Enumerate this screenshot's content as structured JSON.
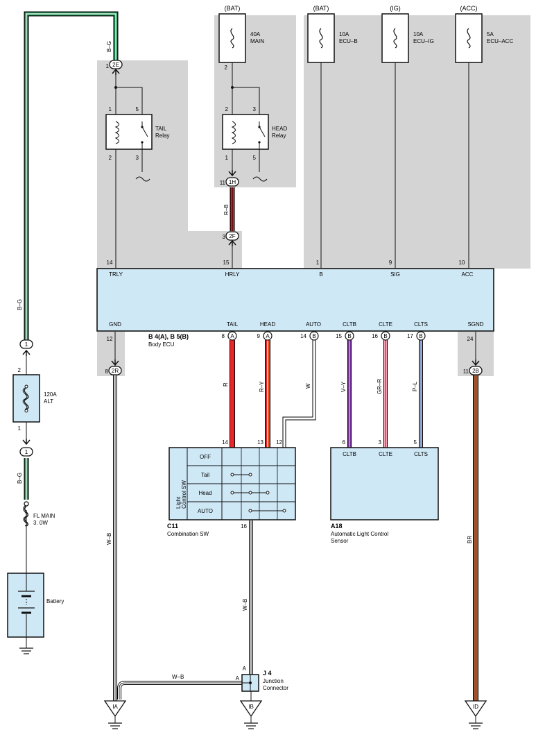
{
  "colors": {
    "panel_fill": "#cfe8f6",
    "shade": "#d4d4d4",
    "wire_black": "#000000",
    "wire_green": "#1f9a5a",
    "wire_red": "#e8262a",
    "wire_yellow": "#f2d21a",
    "wire_violet": "#6a2d91",
    "wire_blue": "#3a9ad9",
    "wire_pink": "#f4a7b9",
    "wire_brown": "#a0522d",
    "wire_white": "#ffffff",
    "outline": "#111111"
  },
  "fuses": [
    {
      "source": "(BAT)",
      "rating": "40A",
      "name": "MAIN",
      "pin": "2"
    },
    {
      "source": "(BAT)",
      "rating": "10A",
      "name": "ECU–B"
    },
    {
      "source": "(IG)",
      "rating": "10A",
      "name": "ECU–IG"
    },
    {
      "source": "(ACC)",
      "rating": "5A",
      "name": "ECU–ACC"
    }
  ],
  "relays": [
    {
      "name": "TAIL",
      "suffix": "Relay",
      "pins": [
        "1",
        "5",
        "2",
        "3"
      ]
    },
    {
      "name": "HEAD",
      "suffix": "Relay",
      "pins": [
        "2",
        "3",
        "1",
        "5"
      ]
    }
  ],
  "connectors": {
    "c2E": {
      "label": "2E",
      "pin": "1"
    },
    "c1H": {
      "label": "1H",
      "pin": "11"
    },
    "c2F": {
      "label": "2F",
      "pin": "3"
    },
    "c2R": {
      "label": "2R",
      "pin": "8"
    },
    "c2B": {
      "label": "2B",
      "pin": "11"
    },
    "c1a": {
      "label": "1",
      "pin": "2"
    },
    "c1b": {
      "label": "1",
      "pin": "1"
    }
  },
  "wire_labels": {
    "bg_top": "B–G",
    "bg_left": "B–G",
    "bg_lower": "B–G",
    "rb": "R–B",
    "r": "R",
    "ry": "R–Y",
    "w": "W",
    "vy": "V–Y",
    "grr": "GR–R",
    "pl": "P–L",
    "br": "BR",
    "wb_left": "W–B",
    "wb_mid": "W–B",
    "wb_bottom": "W–B"
  },
  "ecu": {
    "top_pins": [
      {
        "num": "14",
        "name": "TRLY"
      },
      {
        "num": "15",
        "name": "HRLY"
      },
      {
        "num": "1",
        "name": "B"
      },
      {
        "num": "9",
        "name": "SIG"
      },
      {
        "num": "10",
        "name": "ACC"
      }
    ],
    "bottom_pins": [
      {
        "num": "12",
        "name": "GND",
        "conn": ""
      },
      {
        "num": "8",
        "name": "TAIL",
        "conn": "A"
      },
      {
        "num": "9",
        "name": "HEAD",
        "conn": "A"
      },
      {
        "num": "14",
        "name": "AUTO",
        "conn": "B"
      },
      {
        "num": "15",
        "name": "CLTB",
        "conn": "B"
      },
      {
        "num": "16",
        "name": "CLTE",
        "conn": "B"
      },
      {
        "num": "17",
        "name": "CLTS",
        "conn": "B"
      },
      {
        "num": "24",
        "name": "SGND",
        "conn": ""
      }
    ],
    "code": "B 4(A), B 5(B)",
    "title": "Body ECU"
  },
  "alt_fuse": {
    "rating": "120A",
    "name": "ALT",
    "pin_top": "2",
    "pin_bottom": "1"
  },
  "fl_main": {
    "name": "FL MAIN",
    "rating": "3. 0W"
  },
  "battery": {
    "label": "Battery"
  },
  "combination_sw": {
    "code": "C11",
    "title": "Combination SW",
    "side_label_1": "Light",
    "side_label_2": "Control SW",
    "positions": [
      "OFF",
      "Tail",
      "Head",
      "AUTO"
    ],
    "pins_top": [
      "14",
      "13",
      "12"
    ],
    "pin_bottom": "16"
  },
  "light_sensor": {
    "code": "A18",
    "title_1": "Automatic Light Control",
    "title_2": "Sensor",
    "pins": [
      {
        "num": "6",
        "name": "CLTB"
      },
      {
        "num": "3",
        "name": "CLTE"
      },
      {
        "num": "5",
        "name": "CLTS"
      }
    ]
  },
  "junction": {
    "code": "J 4",
    "title_1": "Junction",
    "title_2": "Connector",
    "pin_top": "A",
    "pin_left": "A"
  },
  "grounds": [
    "IA",
    "IB",
    "ID"
  ]
}
